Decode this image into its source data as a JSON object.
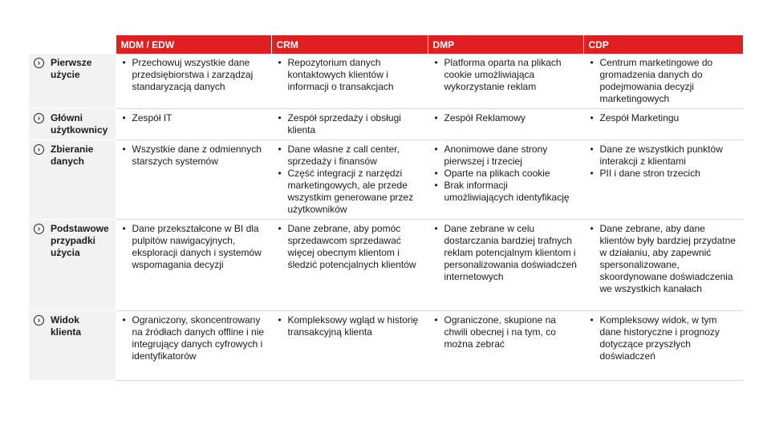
{
  "header": {
    "columns": [
      "MDM / EDW",
      "CRM",
      "DMP",
      "CDP"
    ]
  },
  "rows": [
    {
      "label": "Pierwsze użycie",
      "cells": [
        [
          "Przechowuj wszystkie dane przedsiębiorstwa i zarządzaj standaryzacją danych"
        ],
        [
          "Repozytorium danych kontaktowych klientów i informacji o transakcjach"
        ],
        [
          "Platforma oparta na plikach cookie umożliwiająca wykorzystanie reklam"
        ],
        [
          "Centrum marketingowe do gromadzenia danych do podejmowania decyzji marketingowych"
        ]
      ]
    },
    {
      "label": "Główni użytkownicy",
      "cells": [
        [
          "Zespół IT"
        ],
        [
          "Zespół sprzedaży i obsługi klienta"
        ],
        [
          "Zespół Reklamowy"
        ],
        [
          "Zespół Marketingu"
        ]
      ]
    },
    {
      "label": "Zbieranie danych",
      "cells": [
        [
          "Wszystkie dane z odmiennych starszych systemów"
        ],
        [
          "Dane własne z call center, sprzedaży i finansów",
          "Część integracji z narzędzi marketingowych, ale przede wszystkim generowane przez użytkowników"
        ],
        [
          "Anonimowe dane strony pierwszej i trzeciej",
          "Oparte na plikach cookie",
          "Brak informacji umożliwiających identyfikację"
        ],
        [
          "Dane ze wszystkich punktów interakcji z klientami",
          "PII i dane stron trzecich"
        ]
      ]
    },
    {
      "label": "Podstawowe przypadki użycia",
      "cells": [
        [
          "Dane przekształcone w BI dla pulpitów nawigacyjnych, eksploracji danych i systemów wspomagania decyzji"
        ],
        [
          "Dane zebrane, aby pomóc sprzedawcom sprzedawać więcej obecnym klientom i śledzić potencjalnych klientów"
        ],
        [
          "Dane zebrane w celu dostarczania bardziej trafnych reklam potencjalnym klientom i personalizowania doświadczeń internetowych"
        ],
        [
          "Dane zebrane, aby dane klientów były bardziej przydatne w działaniu, aby zapewnić spersonalizowane, skoordynowane doświadczenia we wszystkich kanałach"
        ]
      ]
    },
    {
      "label": "Widok klienta",
      "cells": [
        [
          "Ograniczony, skoncentrowany na źródłach danych offline i nie integrujący danych cyfrowych i identyfikatorów"
        ],
        [
          "Kompleksowy wgląd w historię transakcyjną klienta"
        ],
        [
          "Ograniczone, skupione na chwili obecnej i na tym, co można zebrać"
        ],
        [
          "Kompleksowy widok, w tym dane historyczne i prognozy dotyczące przyszłych doświadczeń"
        ]
      ]
    }
  ],
  "icons": {
    "row_marker": "chevron-right-circle-icon"
  },
  "colors": {
    "header_bg": "#e02020",
    "label_bg": "#f2f2f2",
    "header_text": "#ffffff"
  }
}
